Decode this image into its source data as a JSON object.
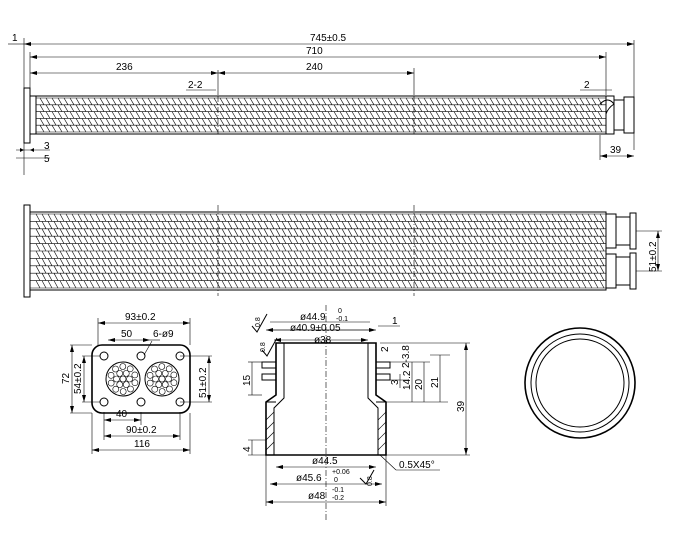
{
  "top_view": {
    "overall_length": "745±0.5",
    "flange_offset": "1",
    "tube_length": "710",
    "segment_1": "236",
    "segment_2": "240",
    "section_label": "2-2",
    "end_offset": "2",
    "flange_thickness_a": "3",
    "flange_thickness_b": "5",
    "outlet_length": "39"
  },
  "front_view": {
    "outlet_spacing": "51±0.2"
  },
  "flange_view": {
    "width_outer": "93±0.2",
    "hole_spacing_top": "50",
    "holes": "6-ø9",
    "height": "72",
    "height_holes": "54±0.2",
    "right_spacing": "51±0.2",
    "gap": "40",
    "hole_spacing_bottom": "90±0.2",
    "width_total": "116"
  },
  "section_view": {
    "dia_top_outer": "ø44.9",
    "dia_top_outer_tol_upper": "0",
    "dia_top_outer_tol_lower": "-0.1",
    "dia_top_inner": "ø40.9±0.05",
    "dia_bore": "ø38",
    "finish_1": "0.8",
    "finish_2": "0.8",
    "finish_3": "0.8",
    "dim_1": "1",
    "dim_2": "2",
    "dim_2_38": "2-3.8",
    "dim_15": "15",
    "dim_3": "3",
    "dim_14_2": "14.2",
    "dim_20": "20",
    "dim_21": "21",
    "dim_39": "39",
    "dim_4": "4",
    "dia_44_5": "ø44.5",
    "chamfer": "0.5X45°",
    "dia_45_6": "ø45.6",
    "dia_45_6_tol_upper": "+0.06",
    "dia_45_6_tol_lower": "0",
    "dia_48": "ø48",
    "dia_48_tol_upper": "-0.1",
    "dia_48_tol_lower": "-0.2"
  }
}
